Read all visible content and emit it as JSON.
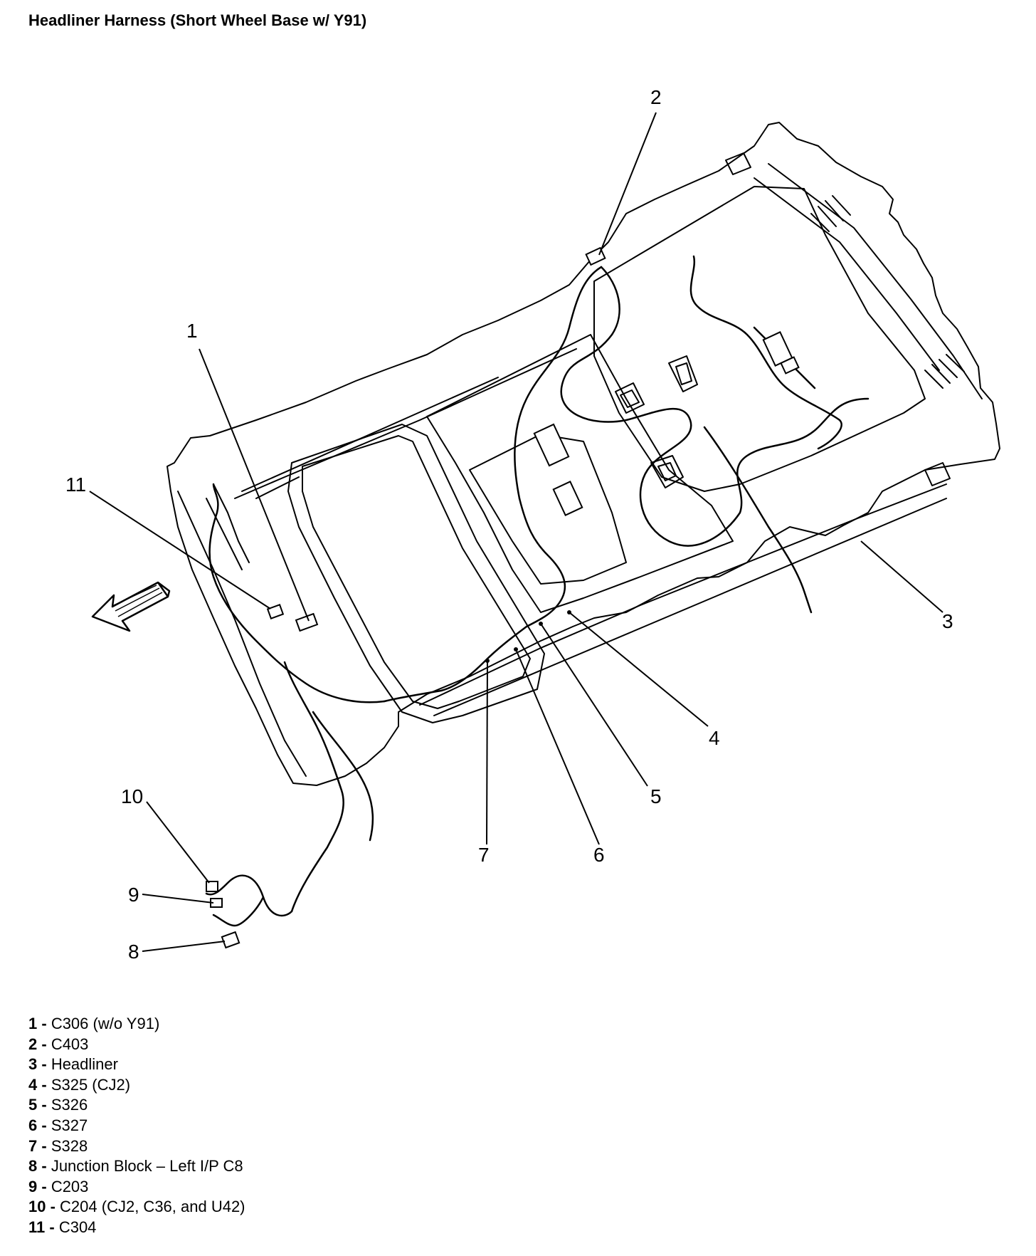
{
  "title": "Headliner Harness (Short Wheel Base w/ Y91)",
  "callouts": [
    {
      "num": "1"
    },
    {
      "num": "2"
    },
    {
      "num": "3"
    },
    {
      "num": "4"
    },
    {
      "num": "5"
    },
    {
      "num": "6"
    },
    {
      "num": "7"
    },
    {
      "num": "8"
    },
    {
      "num": "9"
    },
    {
      "num": "10"
    },
    {
      "num": "11"
    }
  ],
  "legend": [
    {
      "num": "1",
      "sep": " - ",
      "text": "C306 (w/o Y91)"
    },
    {
      "num": "2",
      "sep": " - ",
      "text": "C403"
    },
    {
      "num": "3",
      "sep": " - ",
      "text": "Headliner"
    },
    {
      "num": "4",
      "sep": " - ",
      "text": "S325 (CJ2)"
    },
    {
      "num": "5",
      "sep": " - ",
      "text": "S326"
    },
    {
      "num": "6",
      "sep": " - ",
      "text": "S327"
    },
    {
      "num": "7",
      "sep": " - ",
      "text": "S328"
    },
    {
      "num": "8",
      "sep": " - ",
      "text": "Junction Block – Left I/P C8"
    },
    {
      "num": "9",
      "sep": " - ",
      "text": "C203"
    },
    {
      "num": "10",
      "sep": " - ",
      "text": "C204 (CJ2, C36, and U42)"
    },
    {
      "num": "11",
      "sep": " - ",
      "text": "C304"
    }
  ],
  "colors": {
    "line": "#000000",
    "background": "#ffffff"
  }
}
